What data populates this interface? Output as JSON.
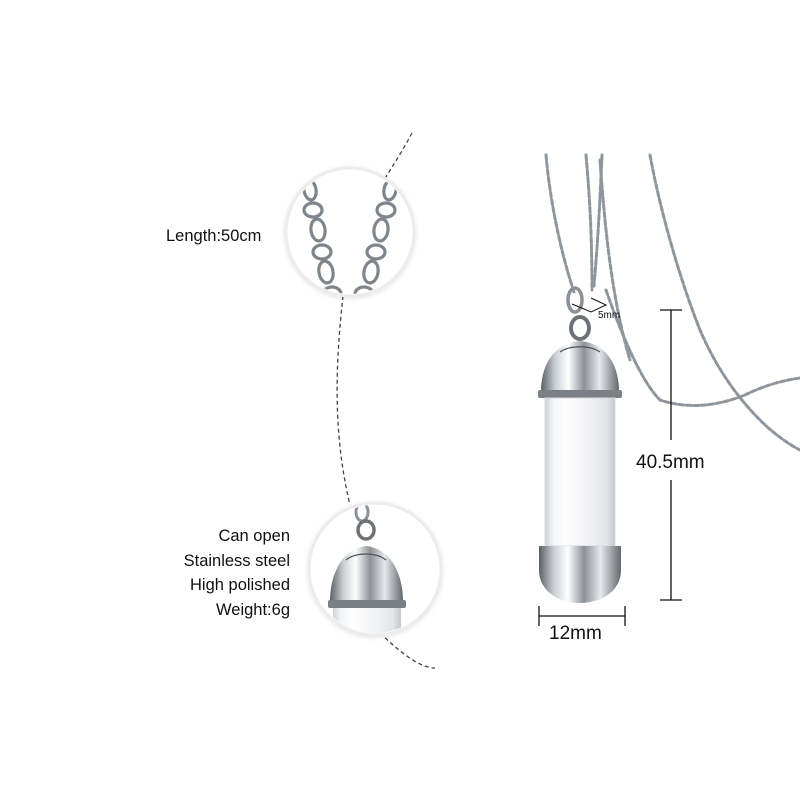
{
  "product": {
    "type": "cylinder urn pendant necklace",
    "colors": {
      "background": "#ffffff",
      "metal": "#9aa0a8",
      "metal_dark": "#5f646b",
      "text": "#111111",
      "circle_border": "#eeeeee"
    }
  },
  "callouts": {
    "chain": {
      "label": "Length:50cm"
    },
    "pendant_top": {
      "features": [
        "Can open",
        "Stainless steel",
        "High polished",
        "Weight:6g"
      ]
    }
  },
  "dimensions": {
    "bail": "5mm",
    "height": "40.5mm",
    "width": "12mm"
  }
}
